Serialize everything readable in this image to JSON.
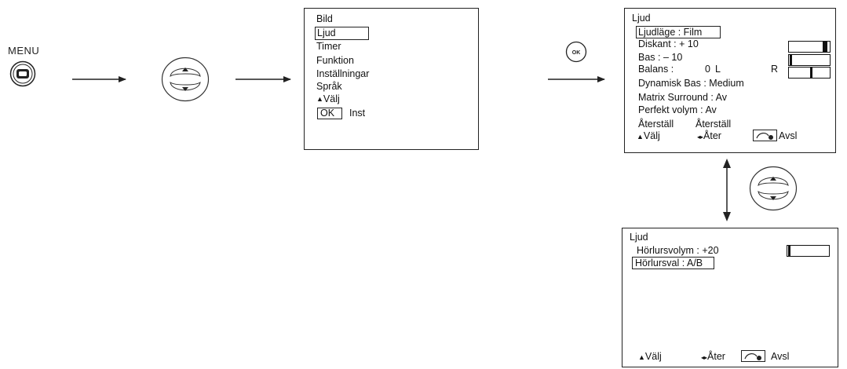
{
  "remote": {
    "menu_label": "MENU",
    "ok_label": "OK"
  },
  "menu1": {
    "items": [
      "Bild",
      "Ljud",
      "Timer",
      "Funktion",
      "Inställningar",
      "Språk"
    ],
    "select_hint": "Välj",
    "ok_key": "OK",
    "ok_action": "Inst"
  },
  "menu2": {
    "title": "Ljud",
    "mode": "Ljudläge  :  Film",
    "treble": "Diskant  :  + 10",
    "bass": "Bas    :  – 10",
    "balance_label": "Balans  :",
    "balance_value": "0",
    "balance_left": "L",
    "balance_right": "R",
    "dynamic_bass": "Dynamisk Bas  :  Medium",
    "matrix_surround": "Matrix Surround  :  Av",
    "perfect_volume": "Perfekt volym  :  Av",
    "reset_label": "Återställ",
    "reset_value": "Återställ",
    "footer_select": "Välj",
    "footer_back": "Åter",
    "footer_exit": "Avsl",
    "treble_level": 0.88,
    "bass_level": 0.05,
    "balance_level": 0.55
  },
  "menu3": {
    "title": "Ljud",
    "headphone_volume": "Hörlursvolym  :  +20",
    "headphone_select": "Hörlursval    :  A/B",
    "footer_select": "Välj",
    "footer_back": "Åter",
    "footer_exit": "Avsl",
    "headphone_level": 0.05
  }
}
